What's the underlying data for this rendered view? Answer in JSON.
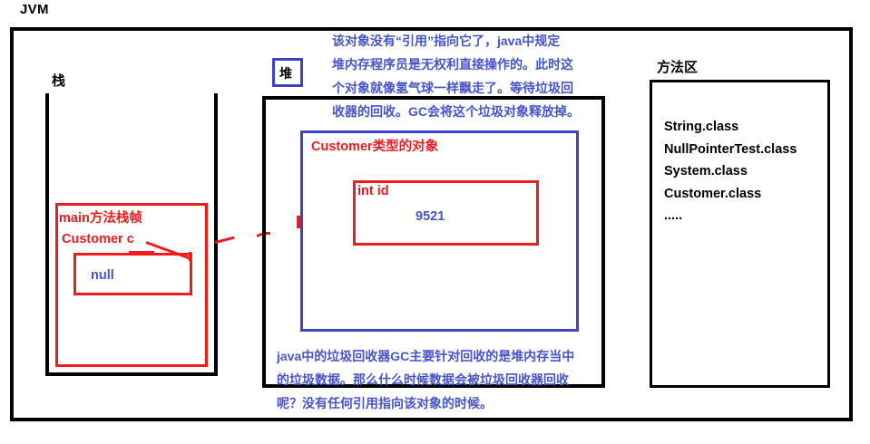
{
  "title": "JVM",
  "stack": {
    "label": "栈",
    "frame_title": "main方法栈帧",
    "variable": "Customer c",
    "value": "null"
  },
  "heap": {
    "label": "堆",
    "object_title": "Customer类型的对象",
    "field_name": "int id",
    "field_value": "9521"
  },
  "notes": {
    "top": [
      "该对象没有“引用”指向它了，java中规定",
      "堆内存程序员是无权利直接操作的。此时这",
      "个对象就像氢气球一样飘走了。等待垃圾回",
      "收器的回收。GC会将这个垃圾对象释放掉。"
    ],
    "bottom": [
      "java中的垃圾回收器GC主要针对回收的是堆内存当中",
      "的垃圾数据。那么什么时候数据会被垃圾回收器回收",
      "呢？没有任何引用指向该对象的时候。"
    ]
  },
  "method_area": {
    "label": "方法区",
    "classes": [
      "String.class",
      "NullPointerTest.class",
      "System.class",
      "Customer.class",
      "....."
    ]
  },
  "colors": {
    "red": "#ee1c1c",
    "blue": "#4655cc",
    "box_blue": "#3b44c4",
    "black": "#000000",
    "background": "#ffffff"
  }
}
